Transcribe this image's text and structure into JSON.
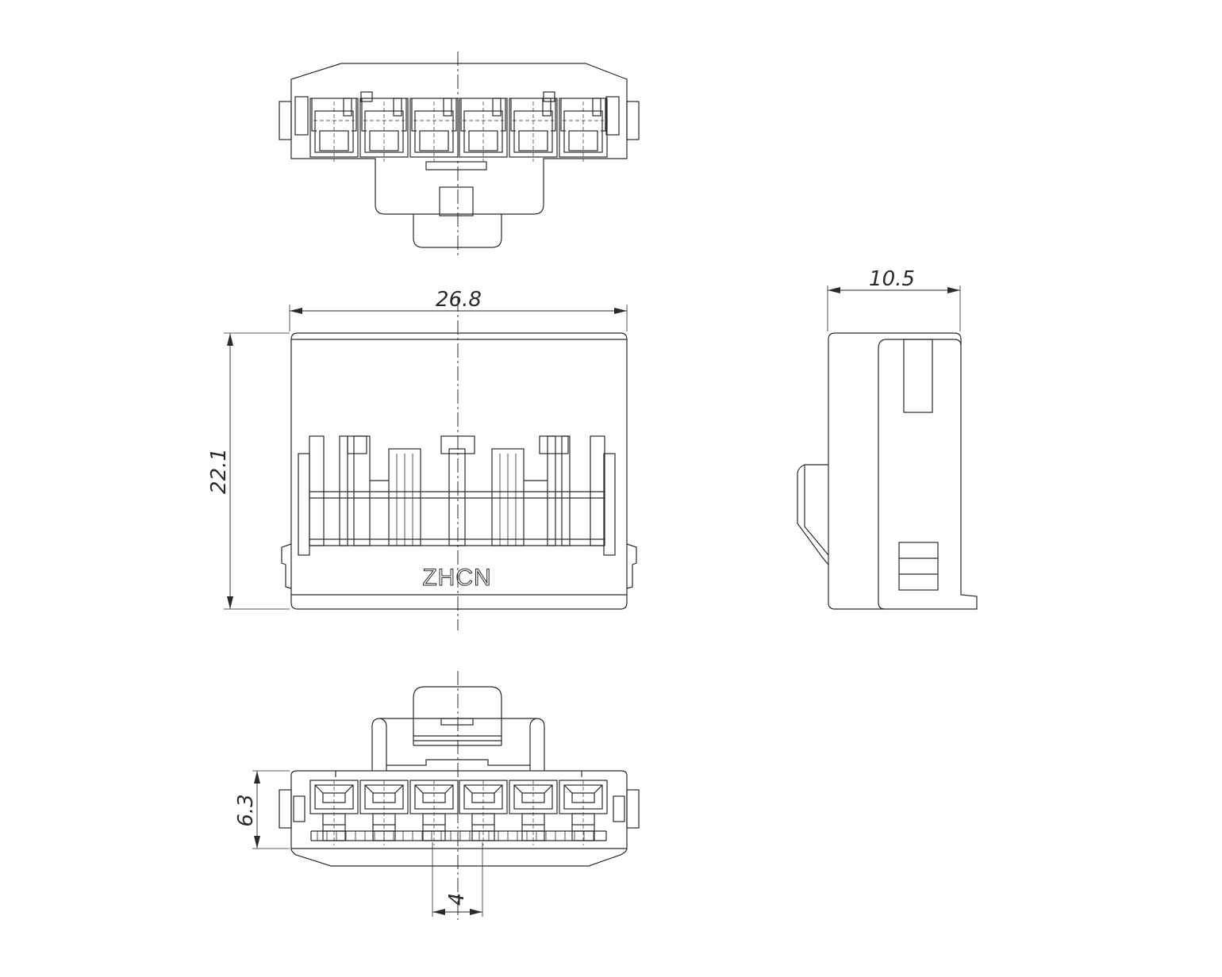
{
  "dimensions": {
    "overall_width": "26.8",
    "overall_height": "22.1",
    "side_depth": "10.5",
    "bottom_height": "6.3",
    "pitch": "4"
  },
  "brand_mark": "ZHCN"
}
